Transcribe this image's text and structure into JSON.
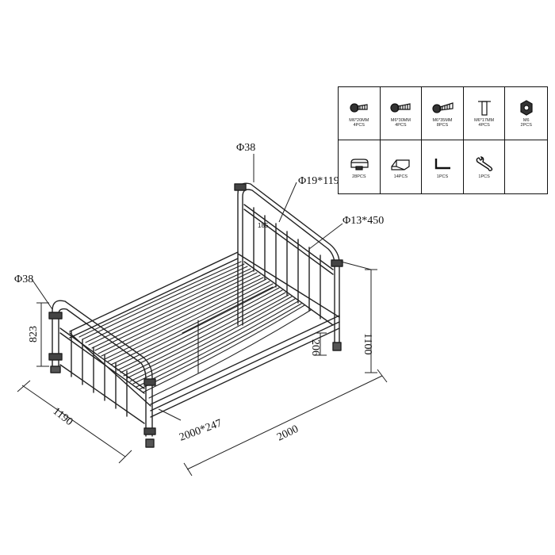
{
  "dimensions": {
    "headboard_tube": "Φ38",
    "top_rail": "Φ19*1190",
    "spindle": "Φ13*450",
    "spindle_gap": "185",
    "footboard_tube": "Φ38",
    "footboard_height": "823",
    "width": "1190",
    "side_rail": "2000*247",
    "length": "2000",
    "headboard_height": "1100",
    "leg_height": "206"
  },
  "parts": [
    {
      "icon": "bolt-icon",
      "label": "M6*20MM\n4PCS"
    },
    {
      "icon": "bolt-icon",
      "label": "M6*30MM\n4PCS"
    },
    {
      "icon": "bolt-icon",
      "label": "M6*35MM\n8PCS"
    },
    {
      "icon": "barrel-nut-icon",
      "label": "M6*17MM\n4PCS"
    },
    {
      "icon": "nut-icon",
      "label": "M6\n2PCS"
    },
    {
      "icon": "slat-cap-icon",
      "label": "28PCS"
    },
    {
      "icon": "end-cap-icon",
      "label": "14PCS"
    },
    {
      "icon": "allen-key-icon",
      "label": "1PCS"
    },
    {
      "icon": "wrench-icon",
      "label": "1PCS"
    }
  ]
}
